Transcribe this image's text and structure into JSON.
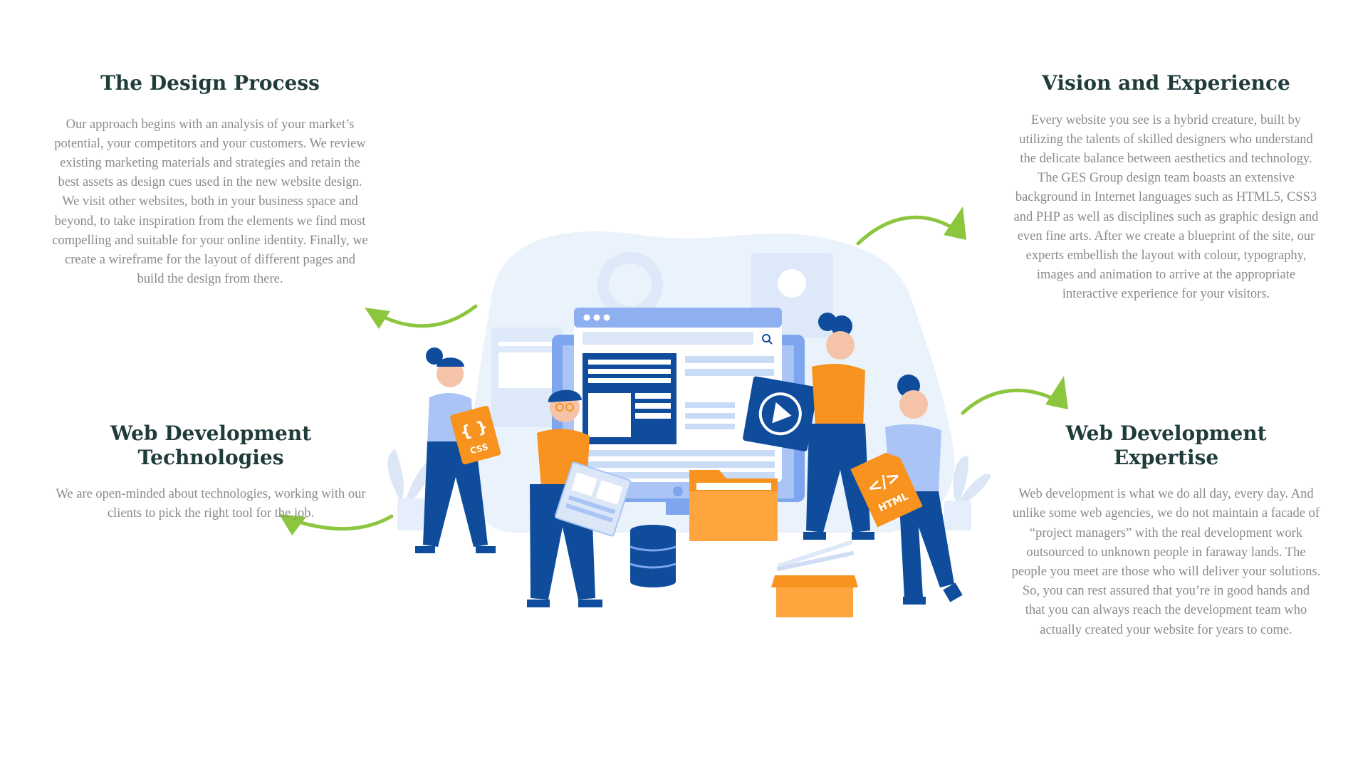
{
  "sections": {
    "design_process": {
      "title": "The Design Process",
      "body": "Our approach begins with an analysis of your market’s potential, your competitors and your customers. We review existing marketing materials and strategies and retain the best assets as design cues used in the new website design. We visit other websites, both in your business space and beyond, to take inspiration from the elements we find most compelling and suitable for your online identity. Finally, we create a wireframe for the layout of different pages and build the design from there."
    },
    "vision_experience": {
      "title": "Vision and Experience",
      "body": "Every website you see is a hybrid creature, built by utilizing the talents of skilled designers who understand the delicate balance between aesthetics and technology. The GES Group design team boasts an extensive background in Internet languages such as HTML5, CSS3 and PHP as well as disciplines such as graphic design and even fine arts. After we create a blueprint of the site, our experts embellish the layout with colour, typography, images and animation to arrive at the appropriate interactive experience for your visitors."
    },
    "web_dev_technologies": {
      "title": "Web Development Technologies",
      "body": "We are open-minded about technologies, working with our clients to pick the right tool for the job."
    },
    "web_dev_expertise": {
      "title": "Web Development Expertise",
      "body": "Web development is what we do all day, every day. And unlike some web agencies, we do not maintain a facade of “project managers” with the real development work outsourced to unknown people in faraway lands. The people you meet are those who will deliver your solutions. So, you can rest assured that you’re in good hands and that you can always reach the development team who actually created your website for years to come."
    }
  },
  "illustration": {
    "badge_css": "CSS",
    "badge_css_symbol": "{ }",
    "badge_html": "HTML",
    "badge_html_symbol": "</>",
    "colors": {
      "heading": "#1f3b3a",
      "body_text": "#8a8a8a",
      "arrow_green": "#8cc63f",
      "blue_dark": "#0f4c9c",
      "blue_light": "#a9c4f5",
      "orange": "#f7931e",
      "blob": "#eaf2fc"
    }
  }
}
